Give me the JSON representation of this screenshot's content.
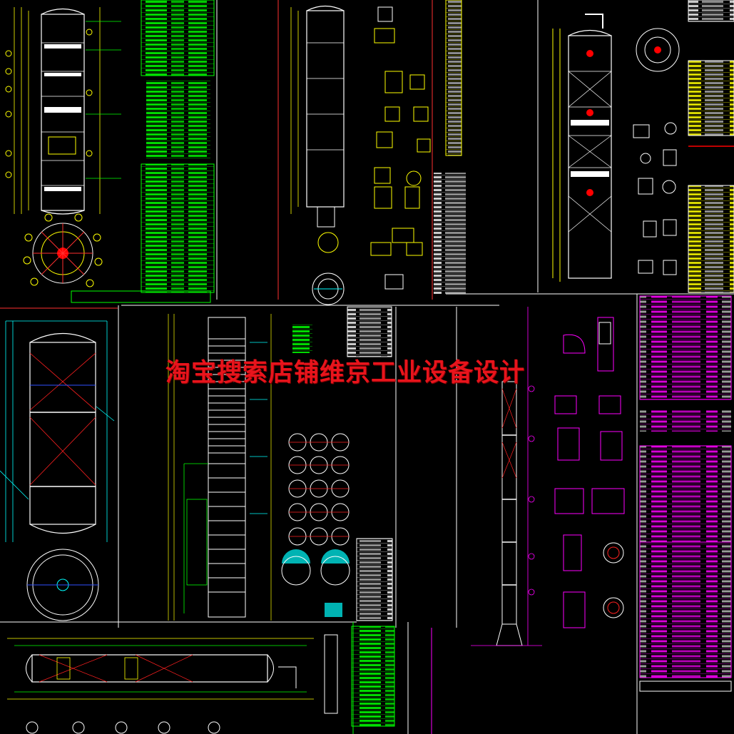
{
  "watermark": {
    "text": "淘宝搜索店铺维京工业设备设计",
    "color": "#e8141c"
  },
  "colors": {
    "background": "#000000",
    "cad_white": "#ffffff",
    "cad_yellow": "#ffff00",
    "cad_green": "#00ff00",
    "cad_cyan": "#00ffff",
    "cad_magenta": "#ff00ff",
    "cad_red": "#ff0000",
    "cad_blue": "#3050ff"
  },
  "panels": [
    {
      "name": "panel-top-left-vessel",
      "subject": "packed-column-drawing"
    },
    {
      "name": "panel-top-left-table",
      "subject": "green-specification-table"
    },
    {
      "name": "panel-top-middle-column",
      "subject": "column-drawing-with-details"
    },
    {
      "name": "panel-top-right-column",
      "subject": "column-drawing-with-nozzles"
    },
    {
      "name": "panel-mid-left-vessel",
      "subject": "cyan-vessel-drawing"
    },
    {
      "name": "panel-center-trays",
      "subject": "tray-column-drawing"
    },
    {
      "name": "panel-mid-right-tower",
      "subject": "tall-tower-drawing"
    },
    {
      "name": "panel-right-magenta-table",
      "subject": "magenta-specification-table"
    },
    {
      "name": "panel-bottom-left-horizontal",
      "subject": "horizontal-vessel-drawing"
    }
  ]
}
